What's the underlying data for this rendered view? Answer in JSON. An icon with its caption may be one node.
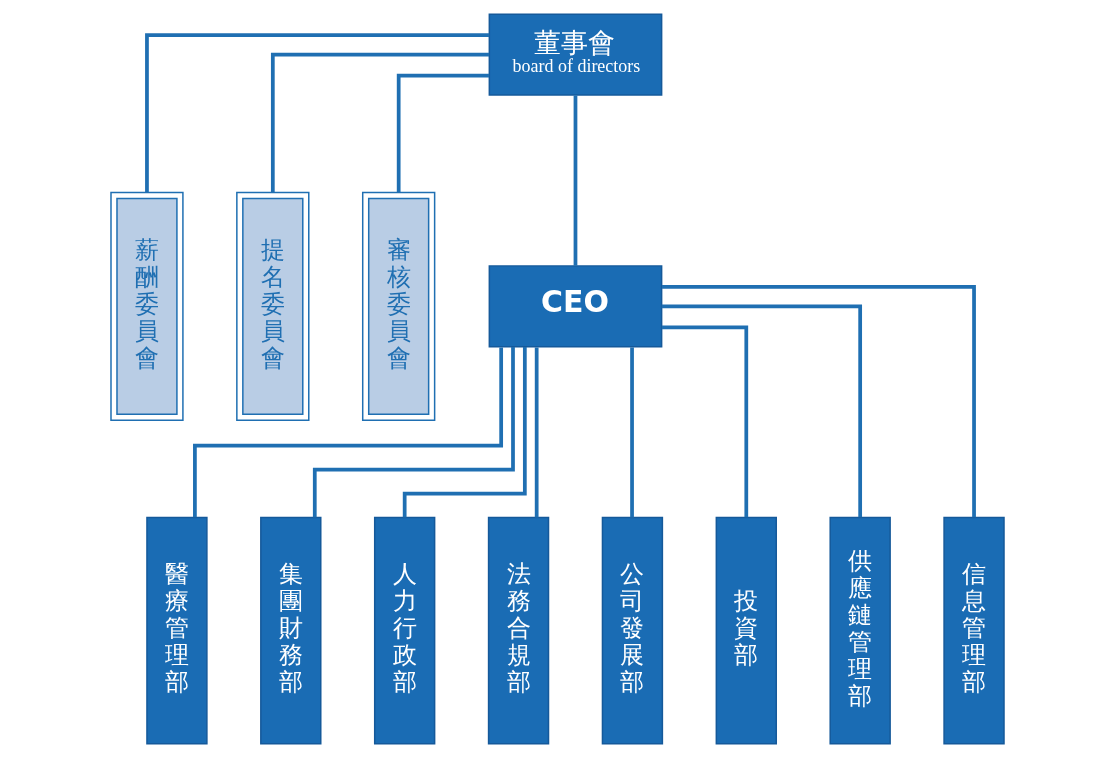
{
  "diagram": {
    "nodes": [
      {
        "text": [
          "董事會",
          "board of directors"
        ]
      },
      {
        "text": [
          "CEO"
        ]
      },
      {
        "text": [
          "薪酬委員會"
        ]
      },
      {
        "text": [
          "提名委員會"
        ]
      },
      {
        "text": [
          "審核委員會"
        ]
      },
      {
        "text": [
          "醫療管理部"
        ]
      },
      {
        "text": [
          "集團財務部"
        ]
      },
      {
        "text": [
          "人力行政部"
        ]
      },
      {
        "text": [
          "法務合規部"
        ]
      },
      {
        "text": [
          "公司發展部"
        ]
      },
      {
        "text": [
          "投資部"
        ]
      },
      {
        "text": [
          "供應鏈管理部"
        ]
      },
      {
        "text": [
          "信息管理部"
        ]
      }
    ],
    "edges": [
      {
        "from": 0,
        "to": 1,
        "arrow": "none"
      },
      {
        "from": 0,
        "to": 2,
        "arrow": "none"
      },
      {
        "from": 0,
        "to": 3,
        "arrow": "none"
      },
      {
        "from": 0,
        "to": 4,
        "arrow": "none"
      },
      {
        "from": 1,
        "to": 5,
        "arrow": "none"
      },
      {
        "from": 1,
        "to": 6,
        "arrow": "none"
      },
      {
        "from": 1,
        "to": 7,
        "arrow": "none"
      },
      {
        "from": 1,
        "to": 8,
        "arrow": "none"
      },
      {
        "from": 1,
        "to": 9,
        "arrow": "none"
      },
      {
        "from": 1,
        "to": 10,
        "arrow": "none"
      },
      {
        "from": 1,
        "to": 11,
        "arrow": "none"
      },
      {
        "from": 1,
        "to": 12,
        "arrow": "none"
      }
    ]
  }
}
